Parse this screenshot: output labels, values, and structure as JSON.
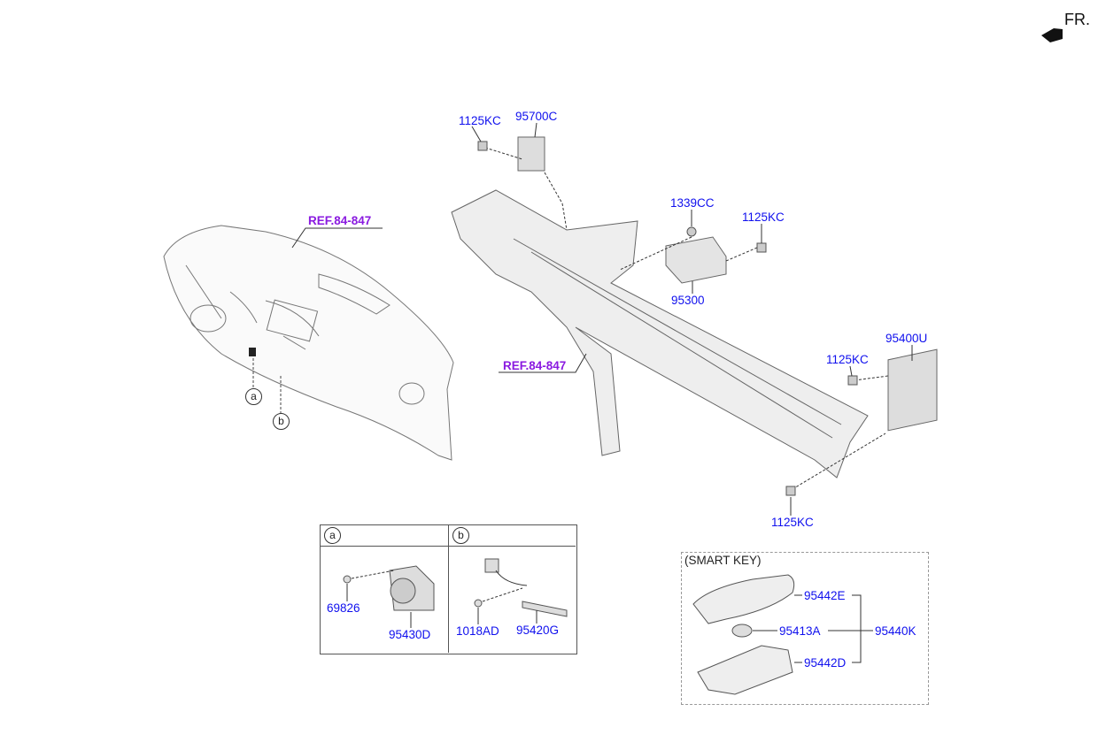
{
  "direction": {
    "label": "FR.",
    "icon": "front-arrow-icon"
  },
  "references": [
    "REF.84-847",
    "REF.84-847"
  ],
  "callouts": {
    "a": "a",
    "b": "b"
  },
  "parts": {
    "bolt_top": "1125KC",
    "module_top": "95700C",
    "nut": "1339CC",
    "bolt_right": "1125KC",
    "bracket_module": "95300",
    "ecu": "95400U",
    "bolt_ecu": "1125KC",
    "bolt_bottom": "1125KC"
  },
  "detail_table": {
    "a": {
      "header": "a",
      "screw": "69826",
      "part": "95430D"
    },
    "b": {
      "header": "b",
      "screw": "1018AD",
      "part": "95420G"
    }
  },
  "smart_key": {
    "title": "(SMART KEY)",
    "cover": "95442E",
    "battery": "95413A",
    "assembly": "95440K",
    "case": "95442D"
  }
}
